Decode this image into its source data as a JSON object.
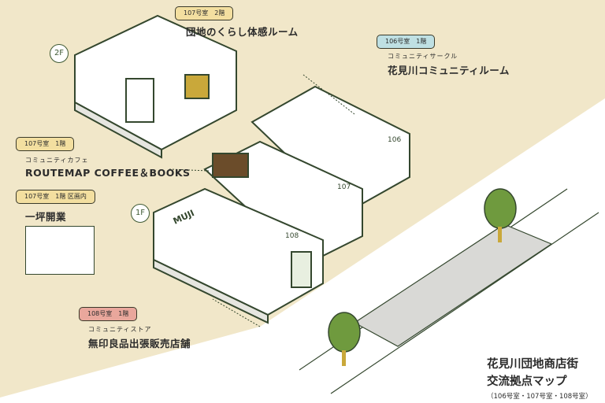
{
  "colors": {
    "background": "#f1e7c9",
    "street": "#ffffff",
    "outline": "#34472e",
    "green": "#6f9a3e",
    "yellow_tag": "#f3dfa0",
    "blue_tag": "#bfe0e3",
    "red_tag": "#e9a79c"
  },
  "floors": {
    "second": "2F",
    "first": "1F"
  },
  "rooms": [
    {
      "tag": "107号室　2階",
      "subtitle": "",
      "name": "団地のくらし体感ルーム"
    },
    {
      "tag": "106号室　1階",
      "subtitle": "コミュニティサークル",
      "name": "花見川コミュニティルーム"
    },
    {
      "tag": "107号室　1階",
      "subtitle": "コミュニティカフェ",
      "name": "ROUTEMAP COFFEE＆BOOKS"
    },
    {
      "tag": "107号室　1階 区画内",
      "subtitle": "",
      "name": "一坪開業"
    },
    {
      "tag": "108号室　1階",
      "subtitle": "コミュニティストア",
      "name": "無印良品出張販売店舗"
    }
  ],
  "room_numbers": [
    "106",
    "107",
    "108"
  ],
  "shop_sign": "MUJI",
  "map_title": {
    "line1": "花見川団地商店街",
    "line2": "交流拠点マップ",
    "note": "（106号室・107号室・108号室）"
  }
}
